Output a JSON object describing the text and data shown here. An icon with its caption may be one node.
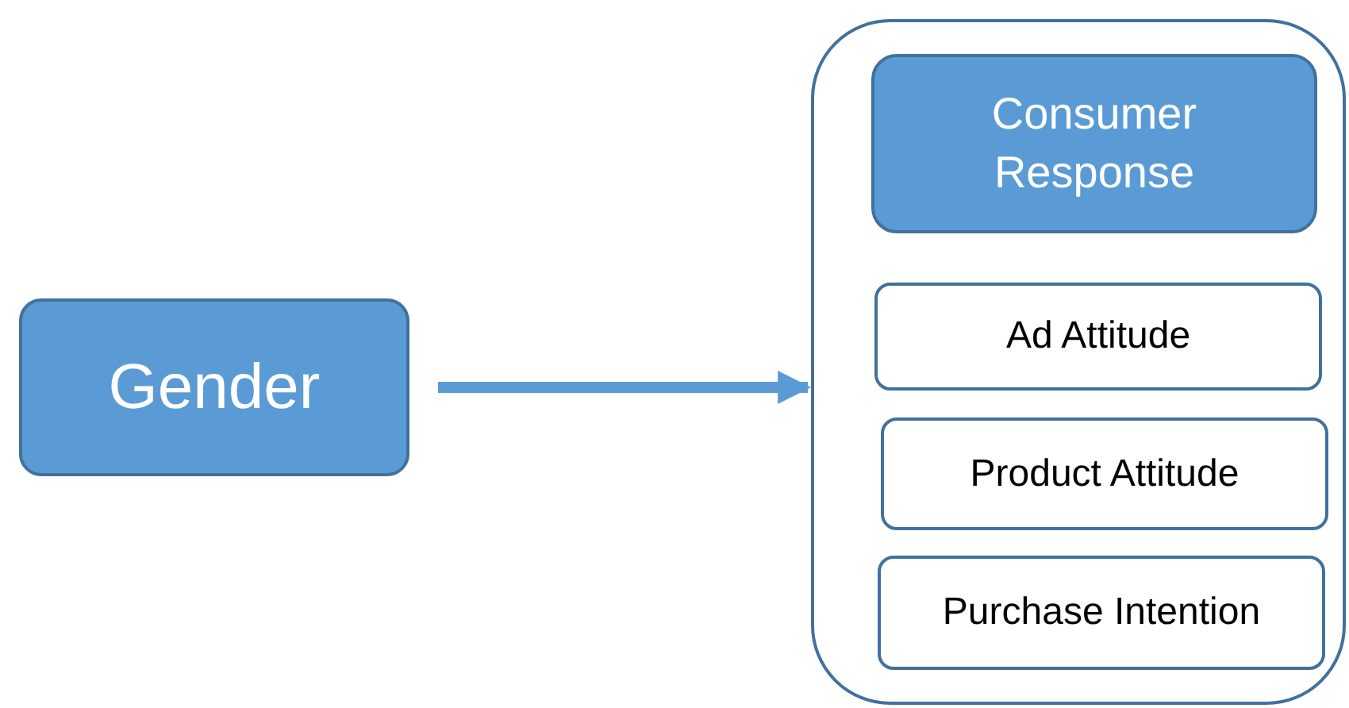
{
  "diagram": {
    "nodes": [
      {
        "text": [
          "Gender"
        ]
      },
      {
        "text": [],
        "shape": "box"
      },
      {
        "text": [
          "Consumer Response"
        ],
        "in": 1
      },
      {
        "text": [
          "Ad Attitude"
        ],
        "in": 1
      },
      {
        "text": [
          "Product Attitude"
        ],
        "in": 1
      },
      {
        "text": [
          "Purchase Intention"
        ],
        "in": 1
      }
    ],
    "edges": [
      {
        "from": 0,
        "to": 1,
        "arrow": "to"
      }
    ]
  }
}
